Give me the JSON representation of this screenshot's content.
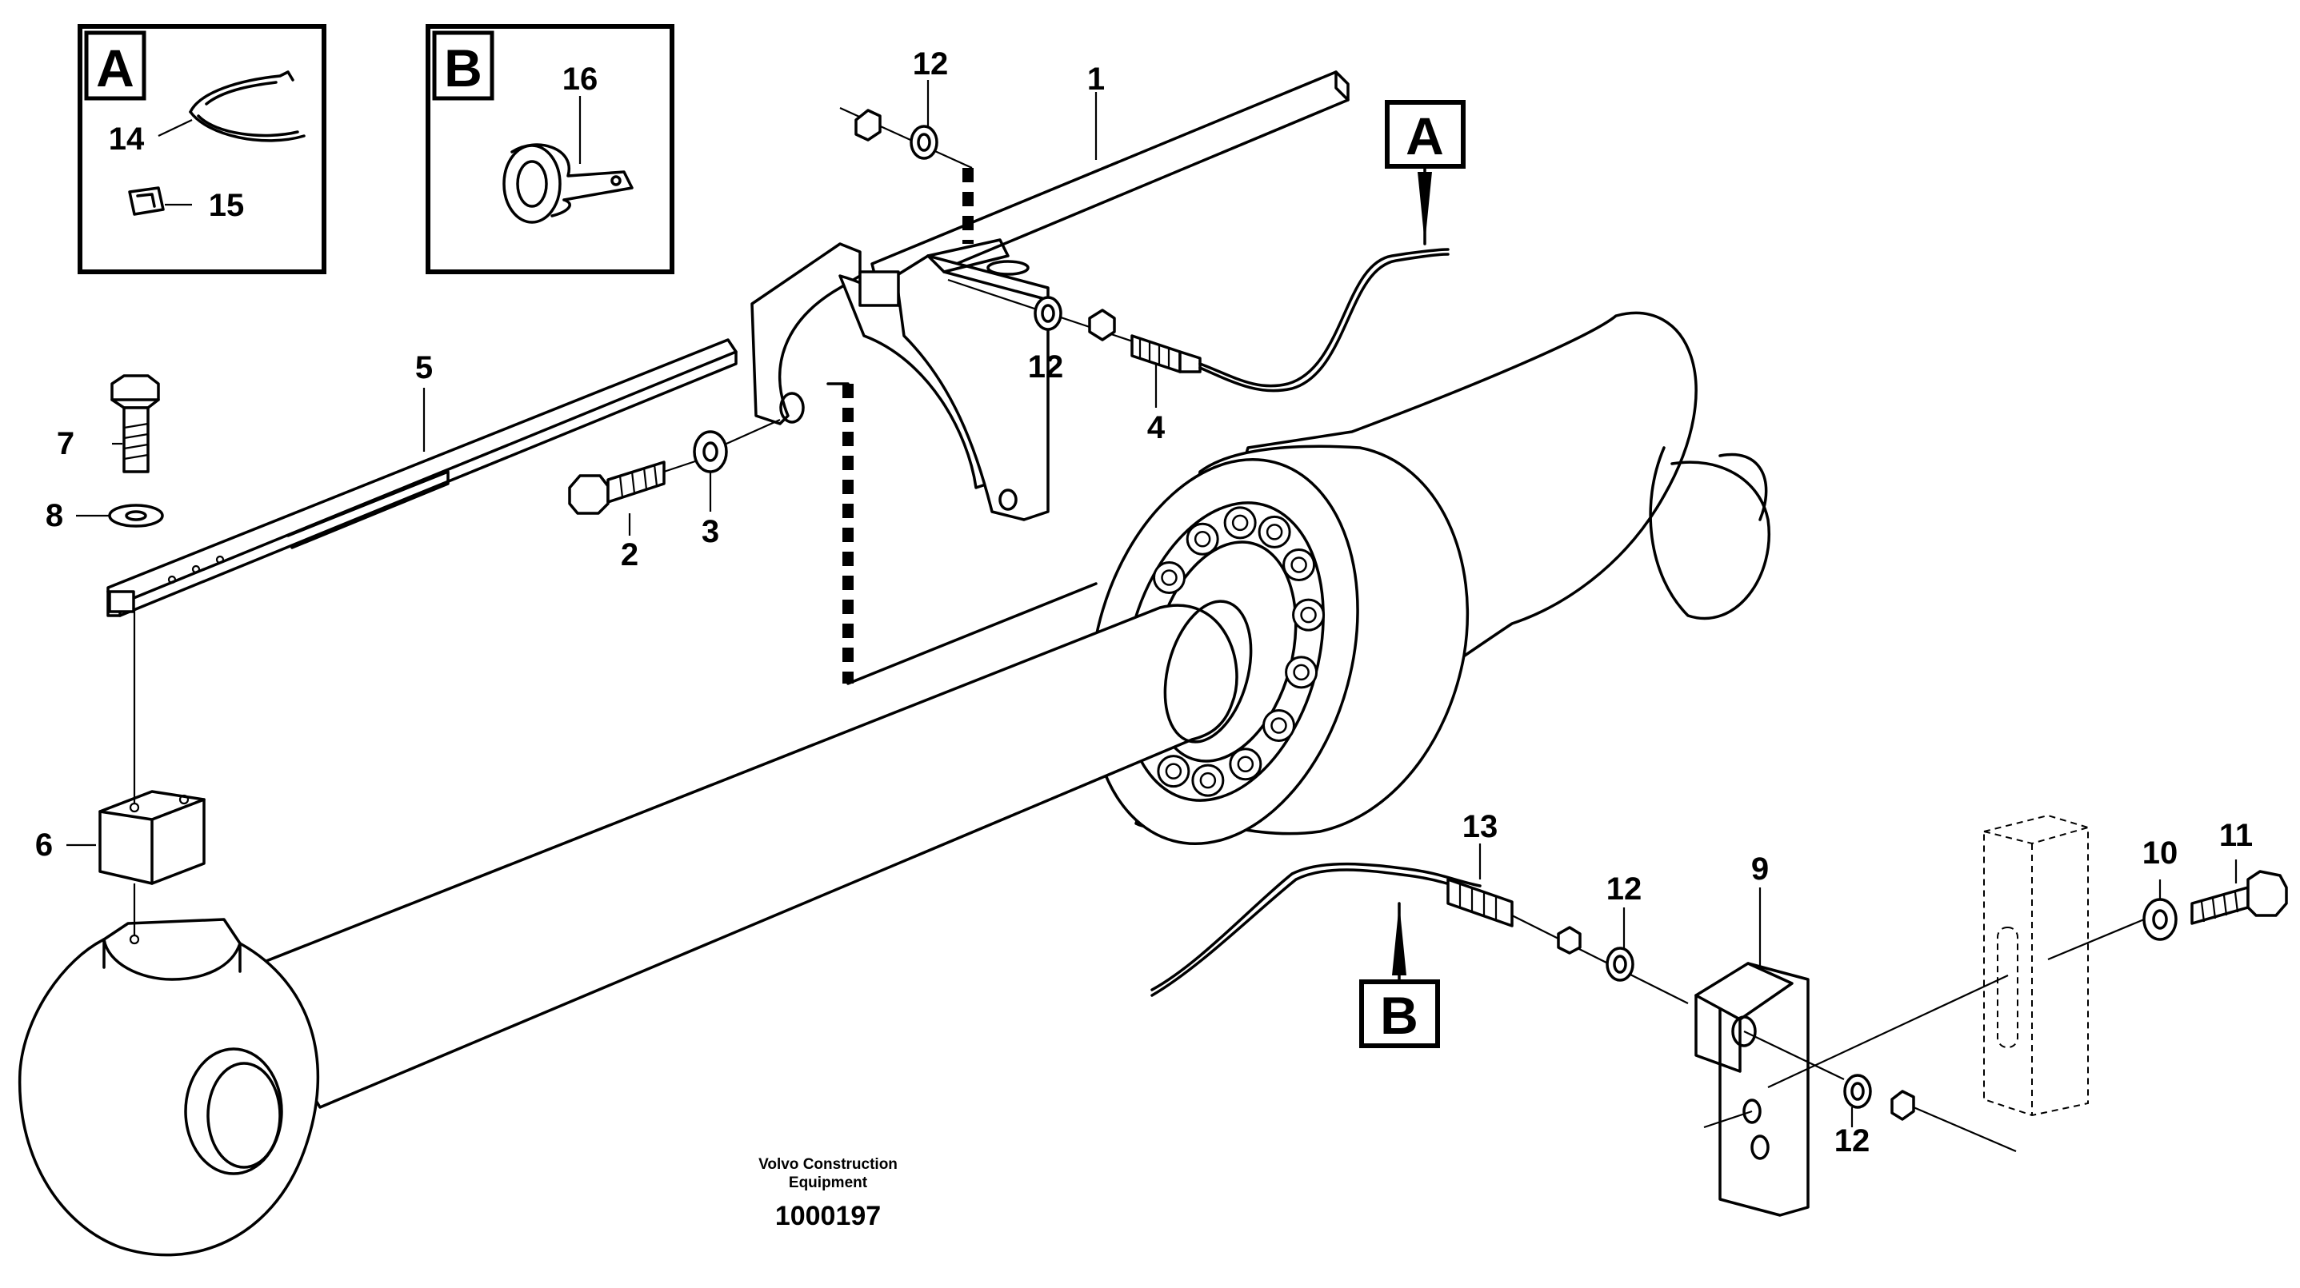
{
  "inset_a": {
    "letter": "A",
    "callouts": [
      "14",
      "15"
    ]
  },
  "inset_b": {
    "letter": "B",
    "callouts": [
      "16"
    ]
  },
  "connector_flags": [
    "A",
    "B"
  ],
  "callouts": {
    "c1": "1",
    "c2": "2",
    "c3": "3",
    "c4": "4",
    "c5": "5",
    "c6": "6",
    "c7": "7",
    "c8": "8",
    "c9": "9",
    "c10": "10",
    "c11": "11",
    "c12a": "12",
    "c12b": "12",
    "c12c": "12",
    "c12d": "12",
    "c13": "13"
  },
  "footer": {
    "line1": "Volvo Construction",
    "line2": "Equipment",
    "doc_number": "1000197"
  }
}
